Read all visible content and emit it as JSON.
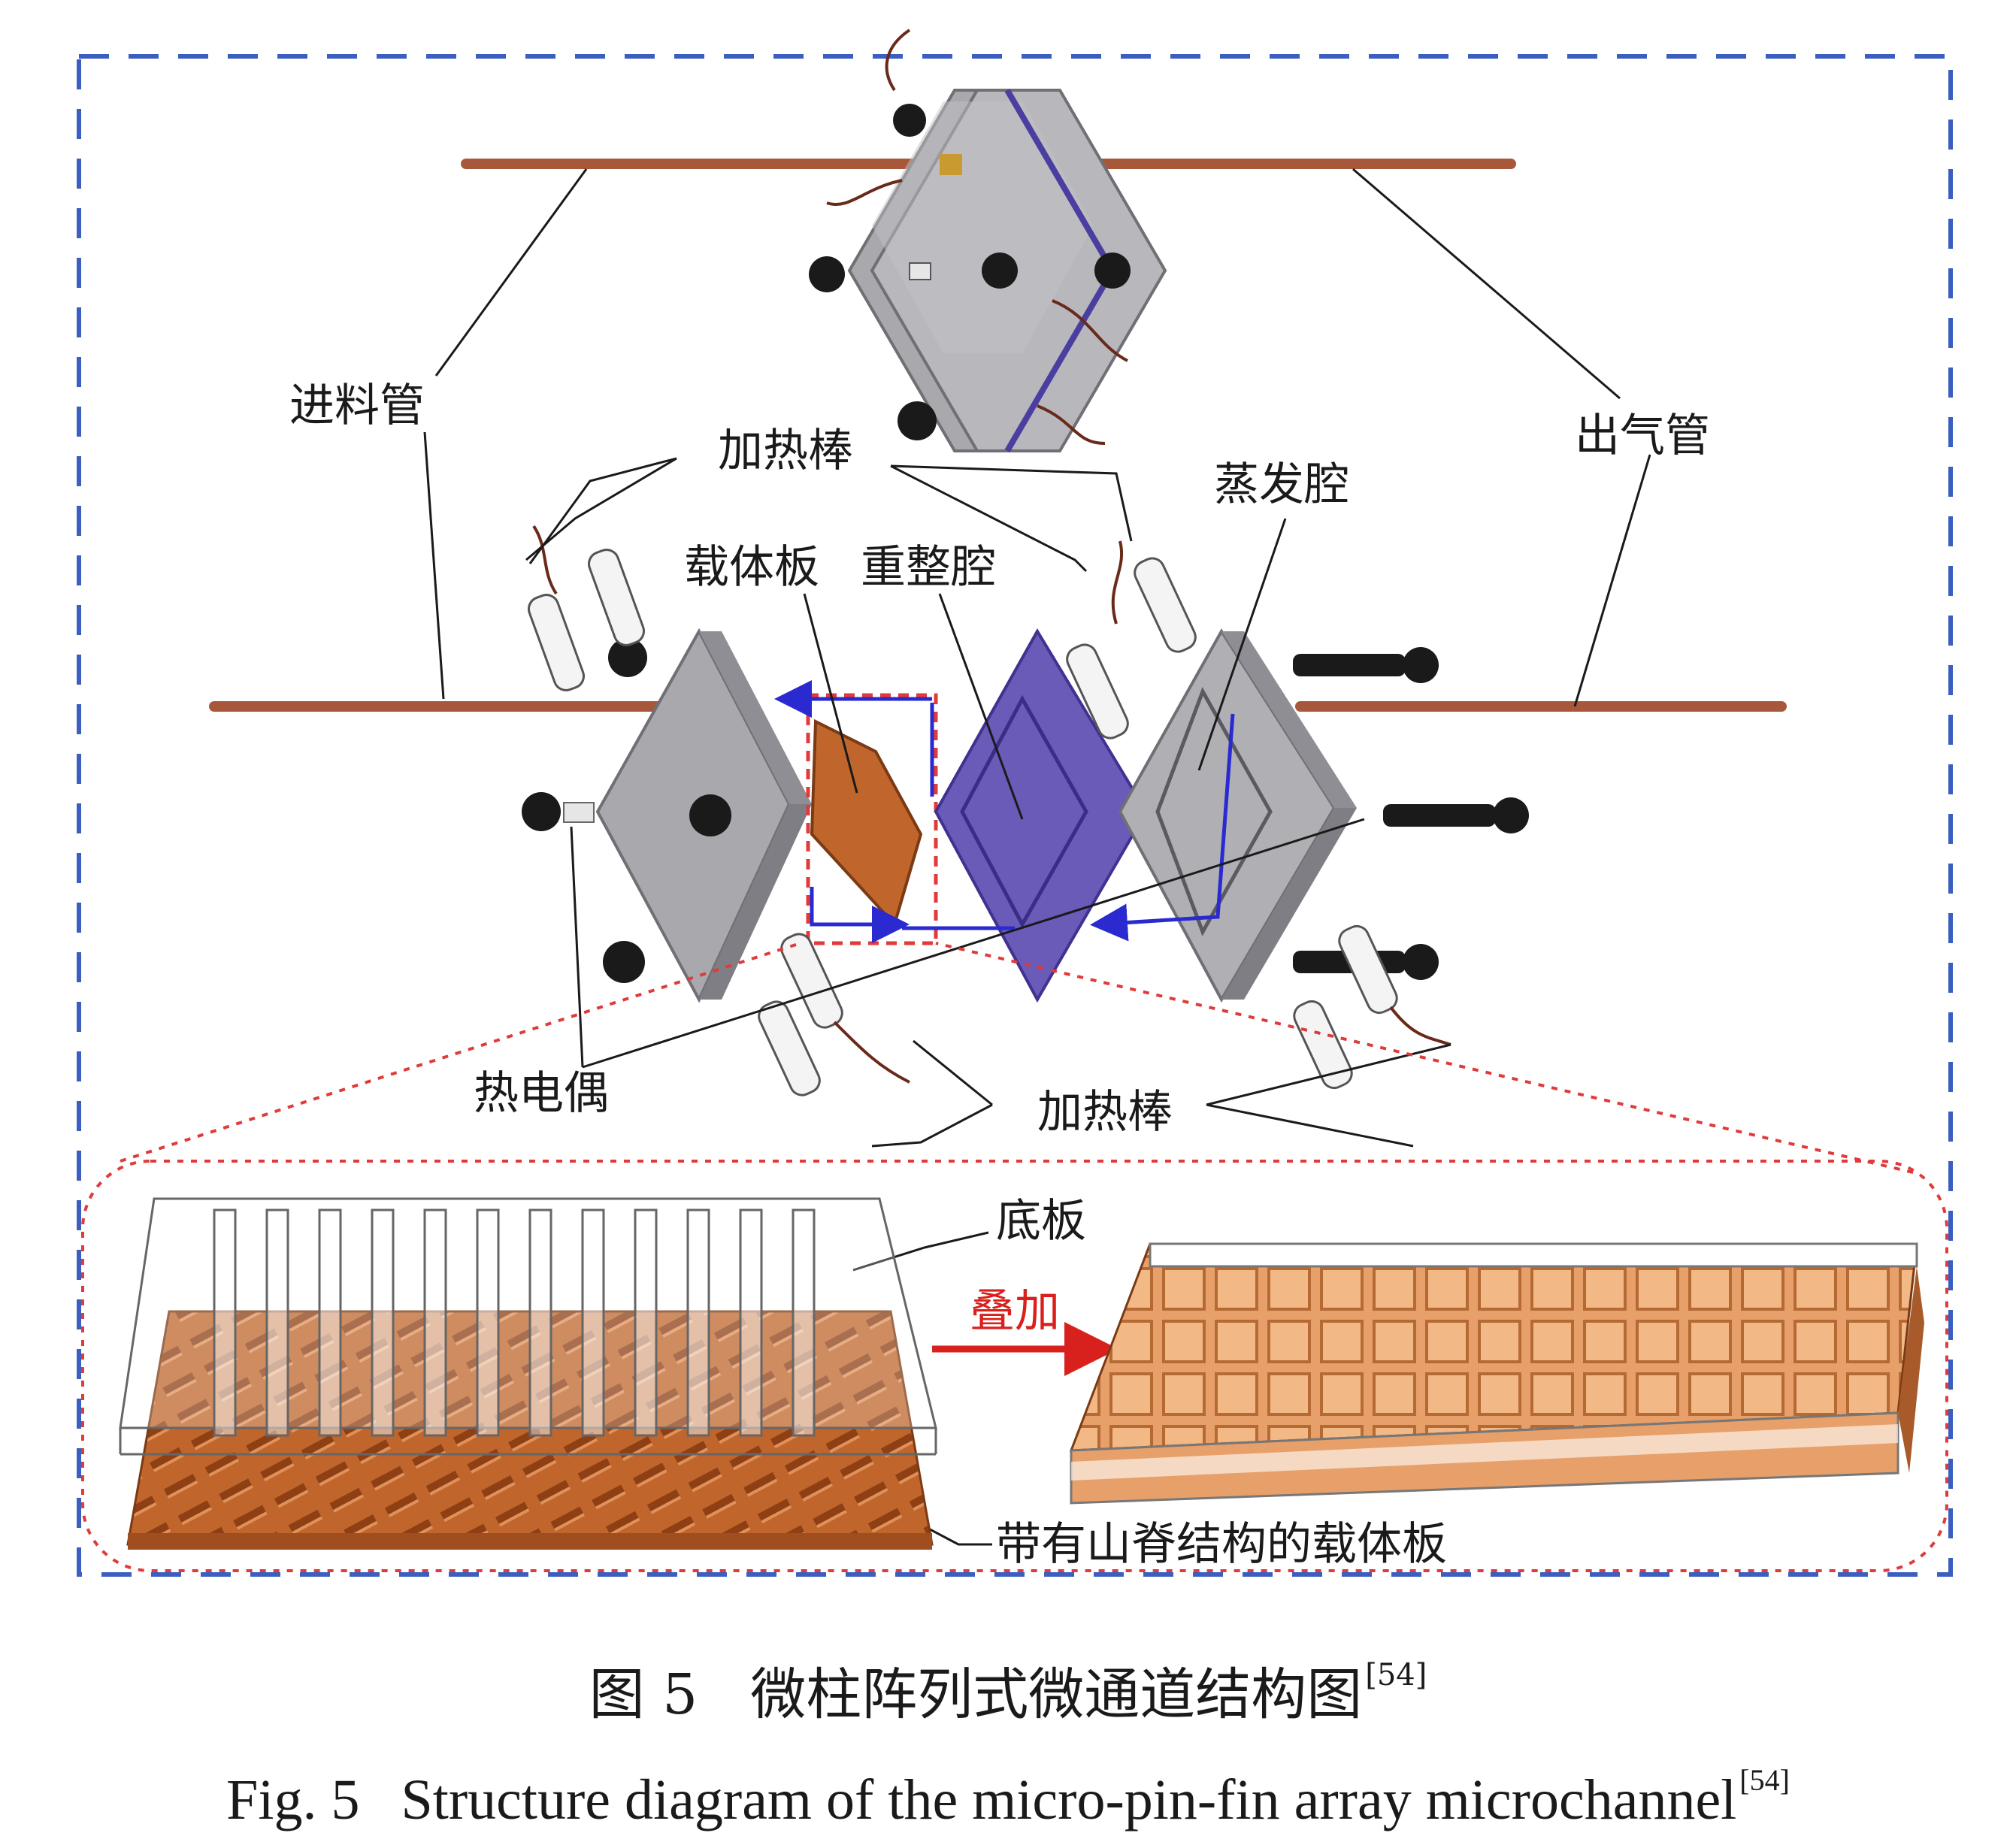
{
  "labels": {
    "feed_pipe": "进料管",
    "outlet_pipe": "出气管",
    "heating_rod_top": "加热棒",
    "evaporation_chamber": "蒸发腔",
    "carrier_plate": "载体板",
    "reforming_chamber": "重整腔",
    "thermocouple": "热电偶",
    "heating_rod_bottom": "加热棒",
    "base_plate": "底板",
    "stack": "叠加",
    "ridge_carrier": "带有山脊结构的载体板"
  },
  "caption": {
    "cn_fig": "图 5",
    "cn_title": "微柱阵列式微通道结构图",
    "cn_ref": "[54]",
    "en_fig": "Fig. 5",
    "en_title": "Structure diagram of the micro-pin-fin array microchannel",
    "en_ref": "[54]"
  },
  "colors": {
    "outer_frame": "#3a5fc0",
    "zoom_frame": "#e03a3a",
    "plate_gray": "#a9a9ad",
    "plate_edge": "#7a7a80",
    "reforming_purple": "#6a5bb8",
    "carrier_copper": "#c0662c",
    "pipe_copper": "#a8583a",
    "flow_arrow": "#2a2ad0"
  }
}
